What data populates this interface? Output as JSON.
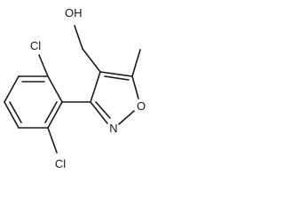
{
  "molecule": {
    "atom_labels": {
      "hydroxyl": "OH",
      "ring_oxygen": "O",
      "ring_nitrogen": "N",
      "chlorine_top": "Cl",
      "chlorine_bottom": "Cl"
    },
    "colors": {
      "bond": "#1a1a1a",
      "background": "#ffffff"
    }
  }
}
